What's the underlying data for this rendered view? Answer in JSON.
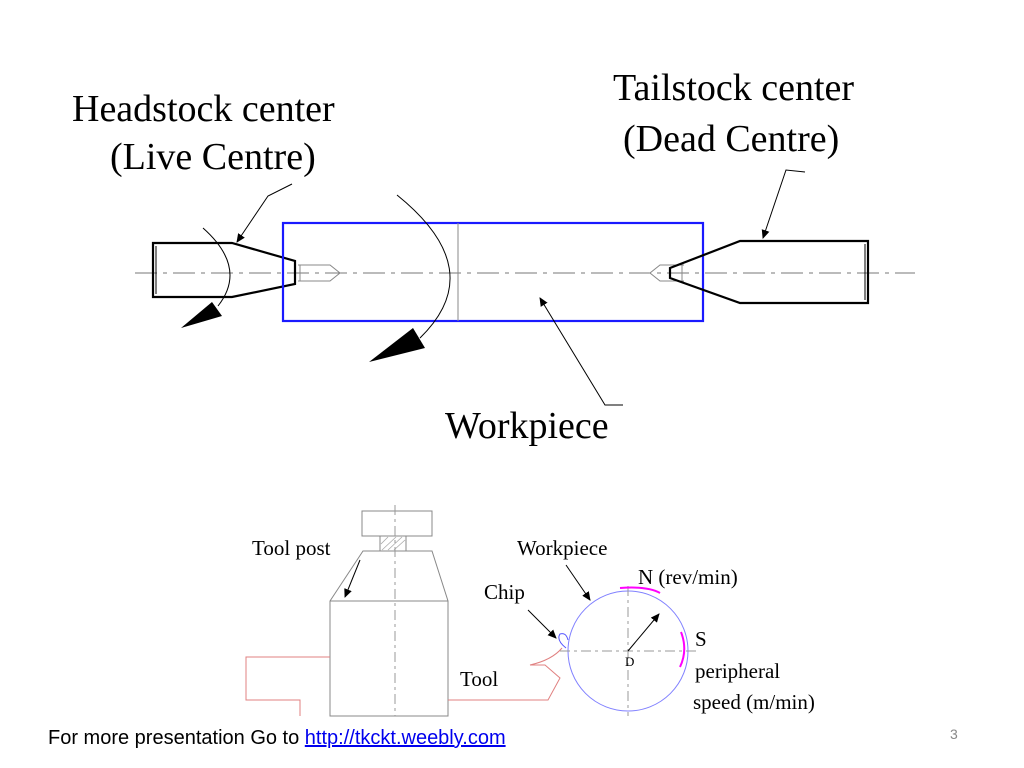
{
  "turning_diagram": {
    "headstock_label_line1": "Headstock center",
    "headstock_label_line2": "(Live Centre)",
    "tailstock_label_line1": "Tailstock center",
    "tailstock_label_line2": "(Dead Centre)",
    "workpiece_label": "Workpiece"
  },
  "cutting_diagram": {
    "tool_post_label": "Tool post",
    "workpiece_label": "Workpiece",
    "chip_label": "Chip",
    "rotation_label": "N (rev/min)",
    "diameter_label": "D",
    "tool_label": "Tool",
    "speed_label_line1": "S",
    "speed_label_line2": "peripheral",
    "speed_label_line3": "speed (m/min)"
  },
  "colors": {
    "workpiece_outline": "#1a1aff",
    "rotation_arc": "#ff00ff",
    "tool_outline": "#e08080",
    "disc_outline": "#8080ff",
    "link": "#0000ee"
  },
  "footer": {
    "text": "For more presentation Go to ",
    "link_text": "http://tkckt.weebly.com"
  },
  "page_number": "3"
}
